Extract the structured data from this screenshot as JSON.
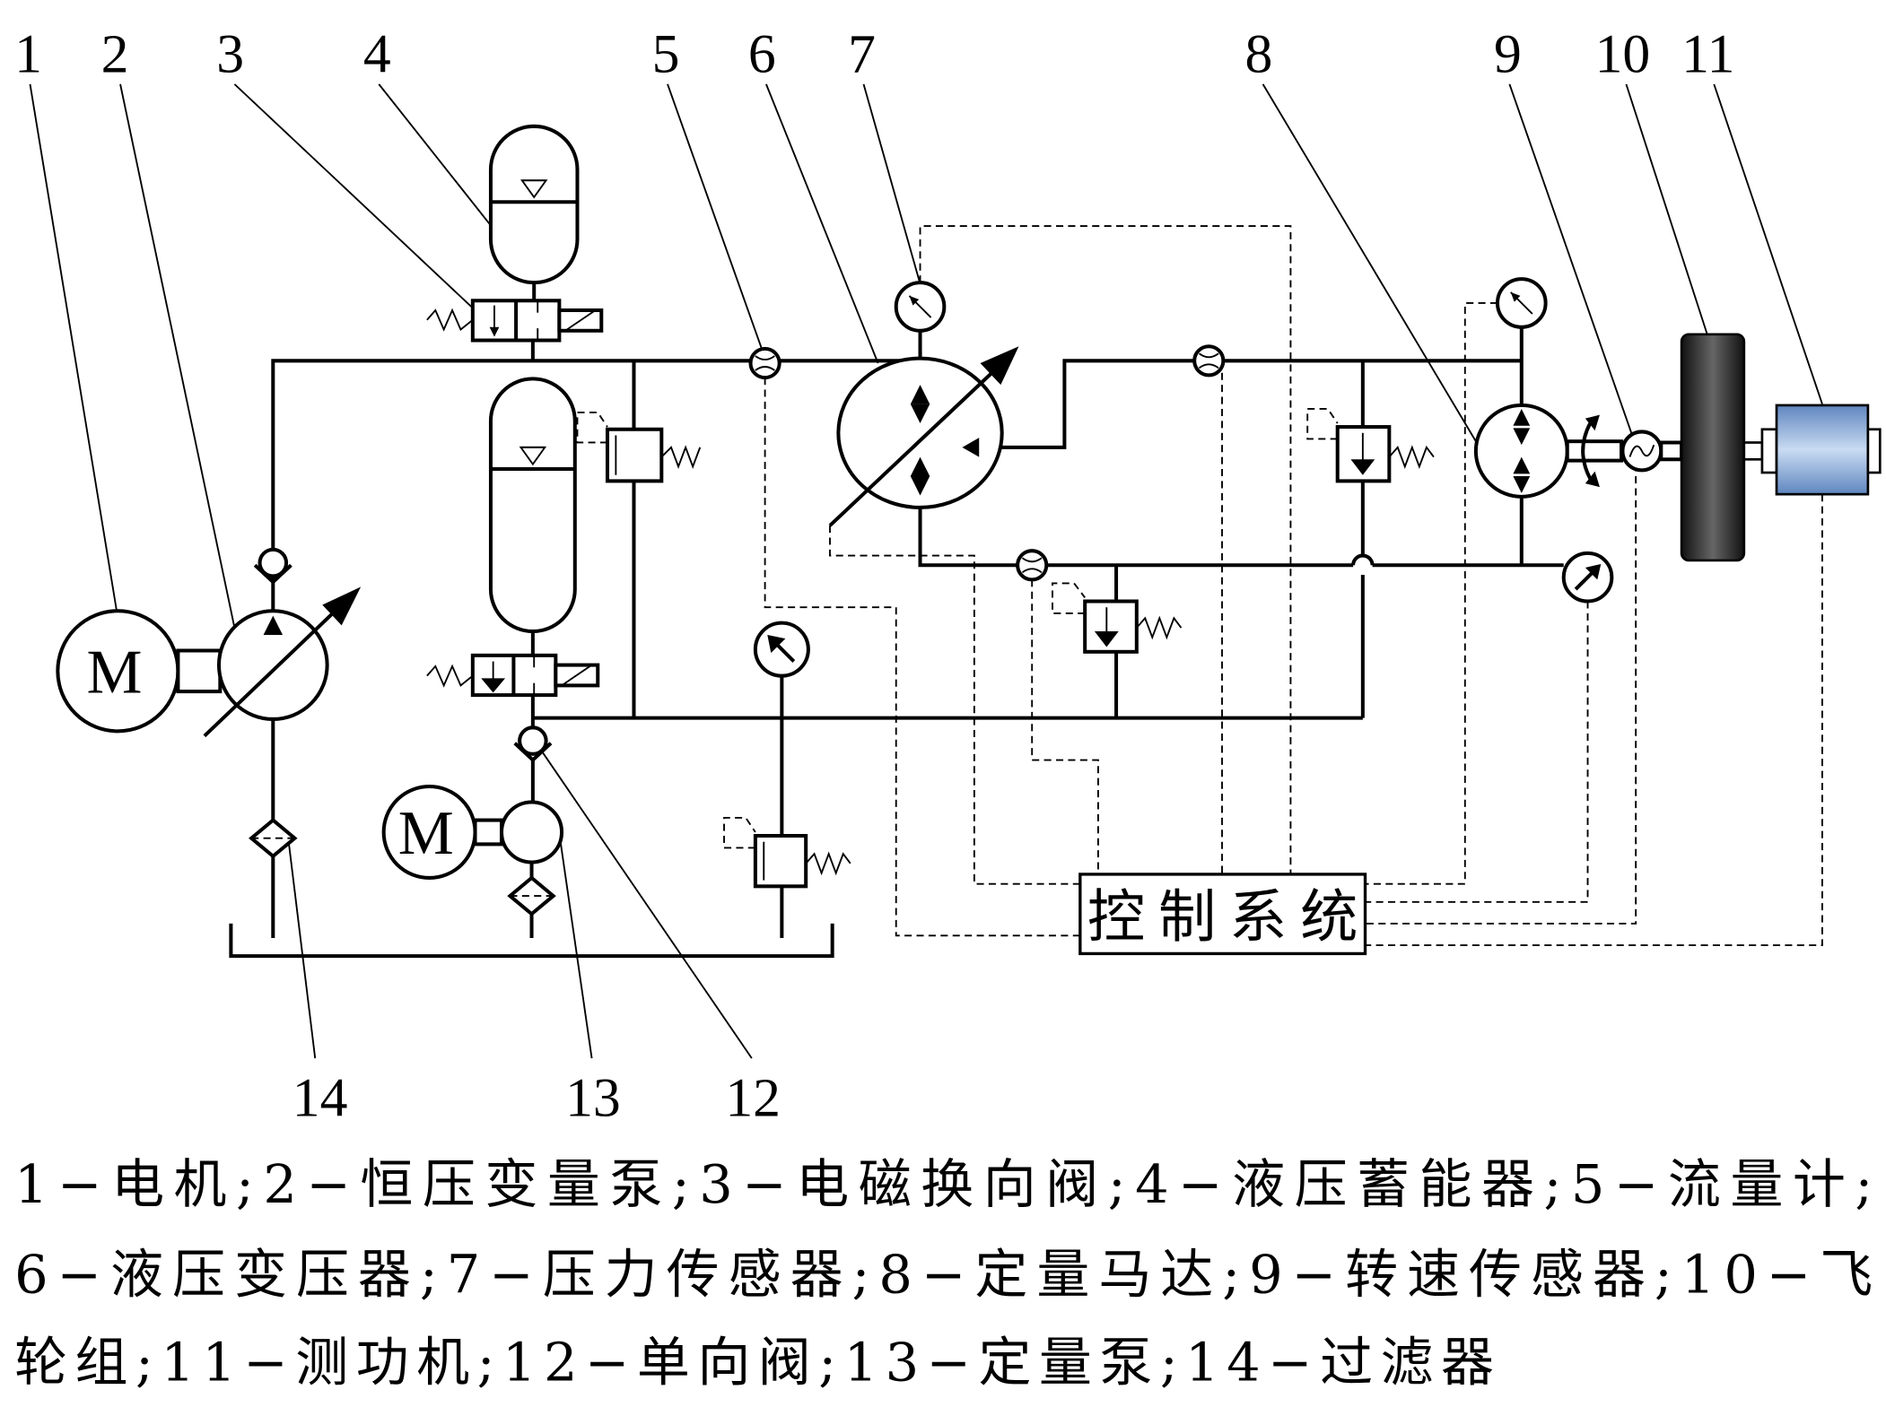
{
  "component_numbers": [
    "1",
    "2",
    "3",
    "4",
    "5",
    "6",
    "7",
    "8",
    "9",
    "10",
    "11"
  ],
  "bottom_numbers": [
    "14",
    "13",
    "12"
  ],
  "motor_letter": "M",
  "control_system_label": "控制系统",
  "legend": [
    "1−电机;2−恒压变量泵;3−电磁换向阀;4−液压蓄能器;5−流量计;",
    "6−液压变压器;7−压力传感器;8−定量马达;9−转速传感器;10−飞",
    "轮组;11−测功机;12−单向阀;13−定量泵;14−过滤器"
  ],
  "colors": {
    "line": "#000000",
    "flywheel": "#1a1a1a",
    "dynamometer": "#8fb3df"
  }
}
